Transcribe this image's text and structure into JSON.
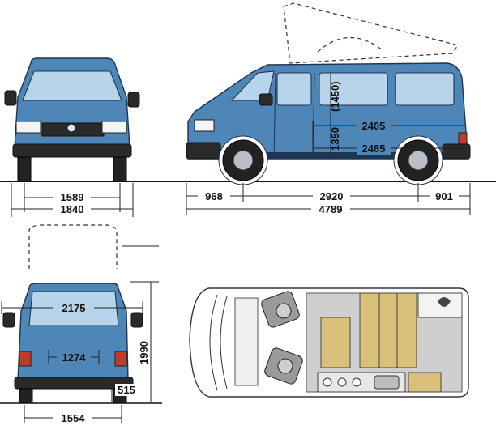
{
  "dimensions": {
    "front_track": "1589",
    "front_width": "1840",
    "side_front_overhang": "968",
    "side_wheelbase": "2920",
    "side_rear_overhang": "901",
    "side_length": "4789",
    "side_interior_upper": "2405",
    "side_interior_lower": "2485",
    "side_height": "1350",
    "side_height_raised": "(1450)",
    "rear_top_width": "2175",
    "rear_plate_width": "1274",
    "rear_track": "1554",
    "rear_ground": "515",
    "rear_height": "1990"
  },
  "colors": {
    "body": "#4f86b8",
    "glass": "#b8d4ea",
    "interior_floor": "#cfcfcf",
    "cushion": "#d9c07a"
  }
}
